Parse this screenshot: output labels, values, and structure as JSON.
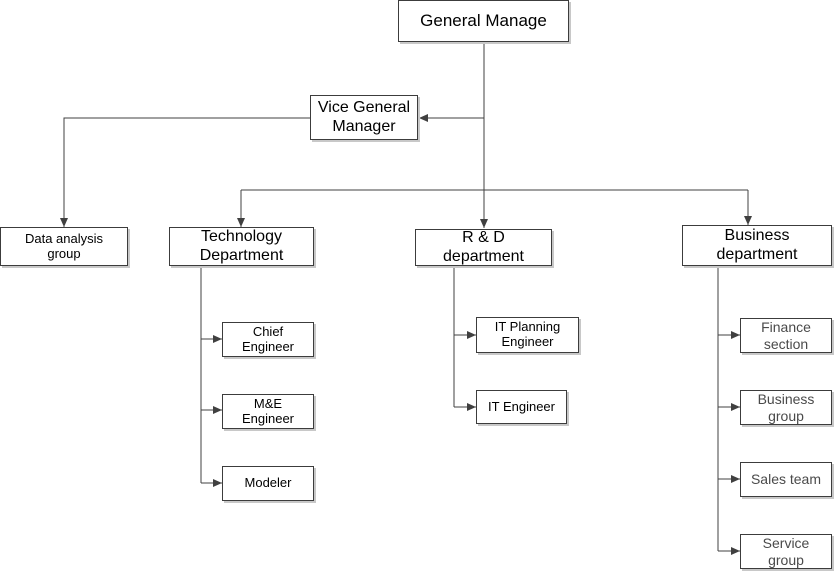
{
  "nodes": {
    "general_manager": "General Manage",
    "vice_general_manager": "Vice General\nManager",
    "data_analysis_group": "Data analysis\ngroup",
    "technology_department": "Technology\nDepartment",
    "rd_department": "R & D\ndepartment",
    "business_department": "Business\ndepartment",
    "chief_engineer": "Chief\nEngineer",
    "me_engineer": "M&E\nEngineer",
    "modeler": "Modeler",
    "it_planning_engineer": "IT Planning\nEngineer",
    "it_engineer": "IT Engineer",
    "finance_section": "Finance\nsection",
    "business_group": "Business\ngroup",
    "sales_team": "Sales team",
    "service_group": "Service\ngroup"
  },
  "colors": {
    "box_border": "#3c3c3c",
    "box_shadow": "#c8c8c8",
    "connector": "#404040",
    "background": "#ffffff"
  }
}
